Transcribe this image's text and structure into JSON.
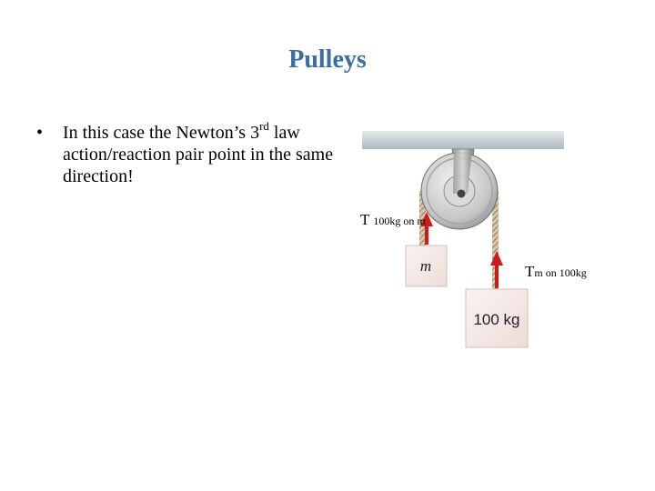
{
  "title": "Pulleys",
  "bullet": {
    "marker": "•",
    "text_before": "In this case the Newton’s 3",
    "superscript": "rd",
    "text_after": " law action/reaction pair point in the same direction!"
  },
  "diagram": {
    "small_mass_label": "m",
    "large_mass_label": "100 kg",
    "tension_on_m": {
      "symbol": "T",
      "subscript": "100kg on m"
    },
    "tension_on_100kg": {
      "symbol": "T",
      "subscript": "m on 100kg"
    },
    "colors": {
      "arrow": "#cc1a1a",
      "block": "#f6e9e6",
      "ceiling": "#c9d2d8",
      "pulley": "#c8c8c8",
      "rope": "#c8b59a",
      "title": "#3a6ea5"
    }
  }
}
